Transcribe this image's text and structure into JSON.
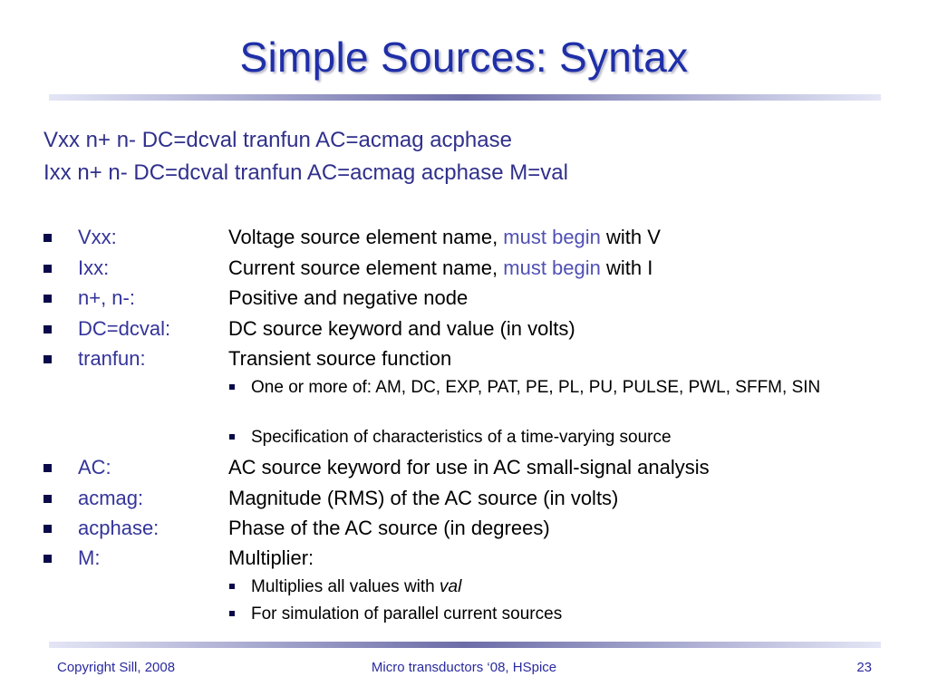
{
  "title": "Simple Sources: Syntax",
  "syntax_lines": [
    "Vxx n+ n- DC=dcval tranfun AC=acmag acphase",
    "Ixx n+ n- DC=dcval tranfun AC=acmag acphase M=val"
  ],
  "bullets": [
    {
      "term": "Vxx:",
      "desc_pre": "Voltage source element name, ",
      "desc_hl": "must begin",
      "desc_post": " with V"
    },
    {
      "term": "Ixx:",
      "desc_pre": "Current source element name, ",
      "desc_hl": "must begin",
      "desc_post": " with I"
    },
    {
      "term": "n+, n-:",
      "desc": "Positive and negative node"
    },
    {
      "term": "DC=dcval:",
      "desc": "DC source keyword and value (in volts)"
    },
    {
      "term": "tranfun:",
      "desc": "Transient source function"
    },
    {
      "term": "AC:",
      "desc": "AC source keyword for use in AC small-signal analysis"
    },
    {
      "term": "acmag:",
      "desc": "Magnitude (RMS) of the AC source (in volts)"
    },
    {
      "term": "acphase:",
      "desc": "Phase of the AC source (in degrees)"
    },
    {
      "term": "M:",
      "desc": "Multiplier:"
    }
  ],
  "tranfun_subs": [
    "One or more of: AM, DC, EXP, PAT, PE, PL, PU, PULSE, PWL, SFFM, SIN",
    "Specification of characteristics of a time-varying source"
  ],
  "m_subs": [
    {
      "pre": "Multiplies all values with ",
      "em": "val"
    },
    {
      "text": "For simulation of parallel current sources"
    }
  ],
  "footer": {
    "left": "Copyright Sill, 2008",
    "center": "Micro transductors ‘08, HSpice",
    "page": "23"
  },
  "colors": {
    "title": "#1f2fa8",
    "term": "#34349a",
    "highlight": "#5050b4",
    "bullet": "#0a0a4a"
  }
}
